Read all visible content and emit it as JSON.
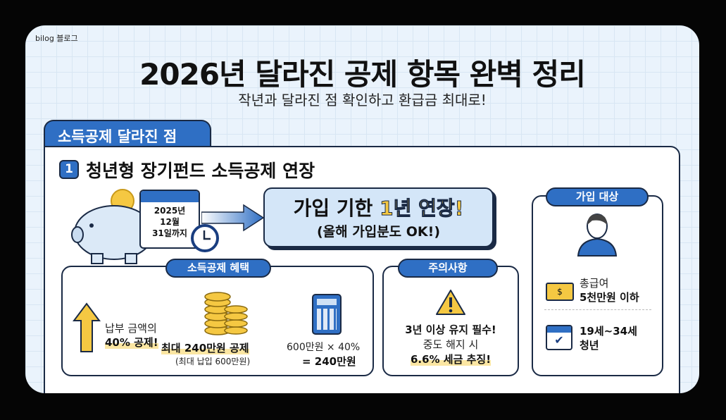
{
  "brand": "bilog 블로그",
  "title": "2026년 달라진 공제 항목 완벽 정리",
  "subtitle": "작년과 달라진 점 확인하고 환급금 최대로!",
  "section_tab": "소득공제 달라진 점",
  "item": {
    "number": "1",
    "heading": "청년형 장기펀드 소득공제 연장"
  },
  "calendar": {
    "line1": "2025년",
    "line2": "12월",
    "line3": "31일까지"
  },
  "callout": {
    "prefix": "가입 기한 ",
    "highlight": "1년 연장!",
    "sub": "(올해 가입분도 OK!)"
  },
  "benefit": {
    "title": "소득공제 혜택",
    "a1": "납부 금액의",
    "a2": "40% 공제!",
    "c1": "최대 240만원 공제",
    "c2": "(최대 납입 600만원)",
    "k1": "600만원 × 40%",
    "k2": "= 240만원"
  },
  "caution": {
    "title": "주의사항",
    "l1": "3년 이상 유지 필수!",
    "l2": "중도 해지 시",
    "l3": "6.6% 세금 추징!"
  },
  "eligibility": {
    "title": "가입 대상",
    "income1": "총급여",
    "income2": "5천만원 이하",
    "age1": "19세~34세",
    "age2": "청년"
  },
  "colors": {
    "accent": "#2f6fc4",
    "highlight": "#f5c842",
    "background": "#eaf3fc"
  }
}
